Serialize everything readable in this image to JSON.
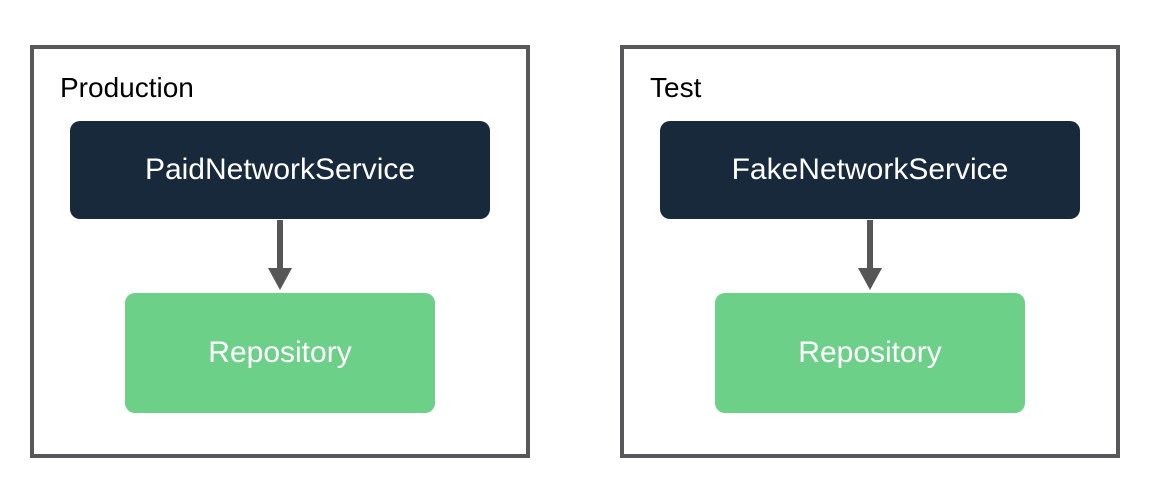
{
  "diagram": {
    "description": "Two grouped dependency diagrams showing a service depending on a Repository",
    "colors": {
      "background": "#ffffff",
      "panel_border": "#58585a",
      "service_box_fill": "#17293b",
      "repository_box_fill": "#6dd089",
      "arrow": "#565656",
      "group_label_text": "#000000",
      "box_text": "#ffffff"
    },
    "panels": [
      {
        "label": "Production",
        "service": "PaidNetworkService",
        "repository": "Repository"
      },
      {
        "label": "Test",
        "service": "FakeNetworkService",
        "repository": "Repository"
      }
    ]
  }
}
